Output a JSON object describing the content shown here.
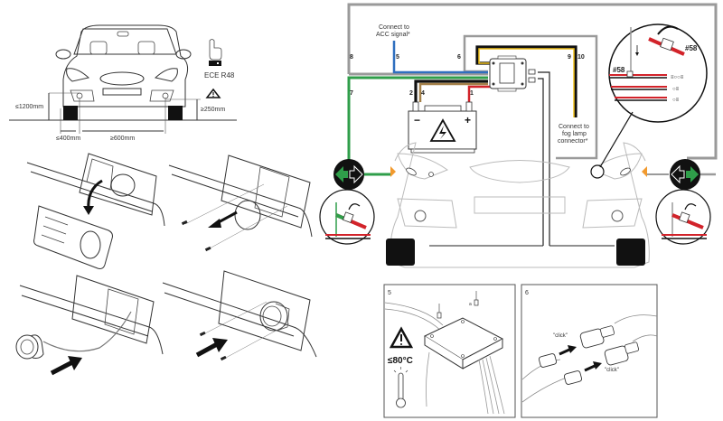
{
  "diagram": {
    "title": "LED daytime running / fog lamp installation guide",
    "dimensions": {
      "max_height": "≤1200mm",
      "min_height": "≥250mm",
      "edge_distance": "≤400mm",
      "min_spacing": "≥600mm"
    },
    "regulation": {
      "label": "ECE R48",
      "icon": "warning-triangle-icon",
      "hand_icon": "pointing-hand-icon"
    },
    "install_steps": [
      {
        "name": "remove-grille",
        "icon": "curved-arrow-icon"
      },
      {
        "name": "remove-old-lamp",
        "icon": "arrow-out-icon"
      },
      {
        "name": "insert-new-lamp",
        "icon": "arrow-in-icon"
      },
      {
        "name": "fix-lamp-screws",
        "icon": "arrow-in-icon"
      }
    ],
    "wiring": {
      "acc_label_line1": "Connect to",
      "acc_label_line2": "ACC signal*",
      "fog_label_line1": "Connect to",
      "fog_label_line2": "fog lamp",
      "fog_label_line3": "connector*",
      "wire_numbers": [
        "1",
        "2",
        "4",
        "5",
        "6",
        "7",
        "8",
        "9",
        "10"
      ],
      "battery_minus": "−",
      "battery_plus": "+",
      "splice_code": "#58",
      "colors": {
        "red": "#d2232a",
        "black": "#111111",
        "yellow": "#f2c21b",
        "brown": "#a5814a",
        "blue": "#2f6fbf",
        "green": "#2f9e4a",
        "grey": "#9a9a9a",
        "amber": "#f29a2e"
      }
    },
    "panel5": {
      "number": "5",
      "temp_label": "≤80°C",
      "screw_labels": [
        "a"
      ]
    },
    "panel6": {
      "number": "6",
      "click1": "\"click\"",
      "click2": "\"click\""
    }
  }
}
